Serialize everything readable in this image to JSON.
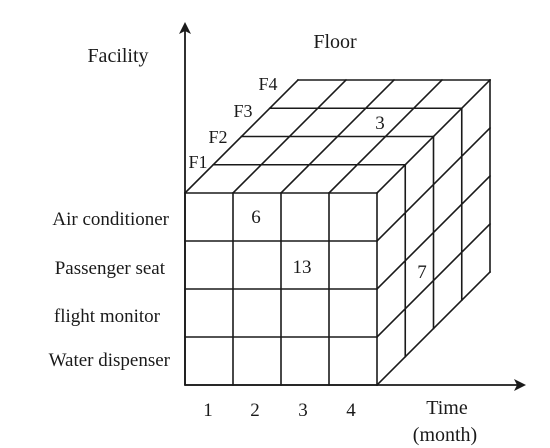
{
  "axes": {
    "y_title": "Facility",
    "z_title": "Floor",
    "x_title_line1": "Time",
    "x_title_line2": "(month)"
  },
  "facilities": [
    "Air conditioner",
    "Passenger seat",
    "flight monitor",
    "Water dispenser"
  ],
  "months": [
    "1",
    "2",
    "3",
    "4"
  ],
  "floors": [
    "F1",
    "F2",
    "F3",
    "F4"
  ],
  "cell_values": {
    "front_air_conditioner_month2": "6",
    "front_passenger_seat_month3": "13",
    "top_floor3_month4": "3",
    "side_passenger_seat_floor1": "7"
  }
}
